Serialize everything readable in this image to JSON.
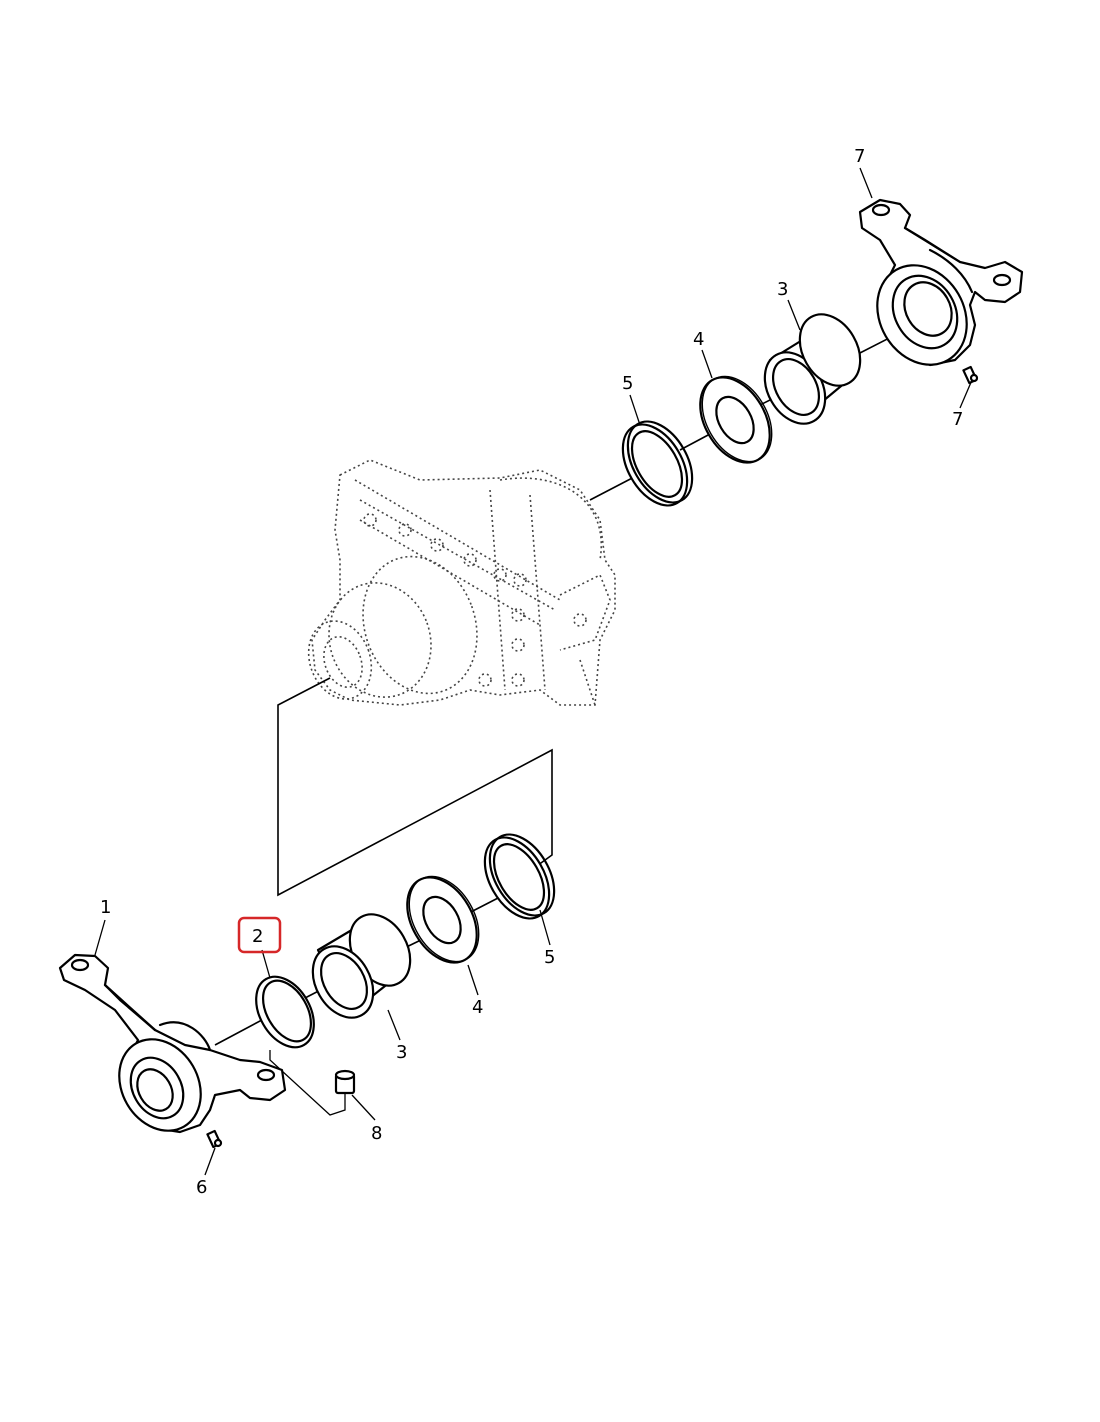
{
  "diagram": {
    "callouts": [
      {
        "id": "c1",
        "label": "1"
      },
      {
        "id": "c2",
        "label": "2"
      },
      {
        "id": "c3a",
        "label": "3"
      },
      {
        "id": "c3b",
        "label": "3"
      },
      {
        "id": "c4a",
        "label": "4"
      },
      {
        "id": "c4b",
        "label": "4"
      },
      {
        "id": "c5a",
        "label": "5"
      },
      {
        "id": "c5b",
        "label": "5"
      },
      {
        "id": "c6",
        "label": "6"
      },
      {
        "id": "c7a",
        "label": "7"
      },
      {
        "id": "c7b",
        "label": "7"
      },
      {
        "id": "c8",
        "label": "8"
      }
    ],
    "highlight_color": "#d62728",
    "highlighted_callout": "2"
  }
}
